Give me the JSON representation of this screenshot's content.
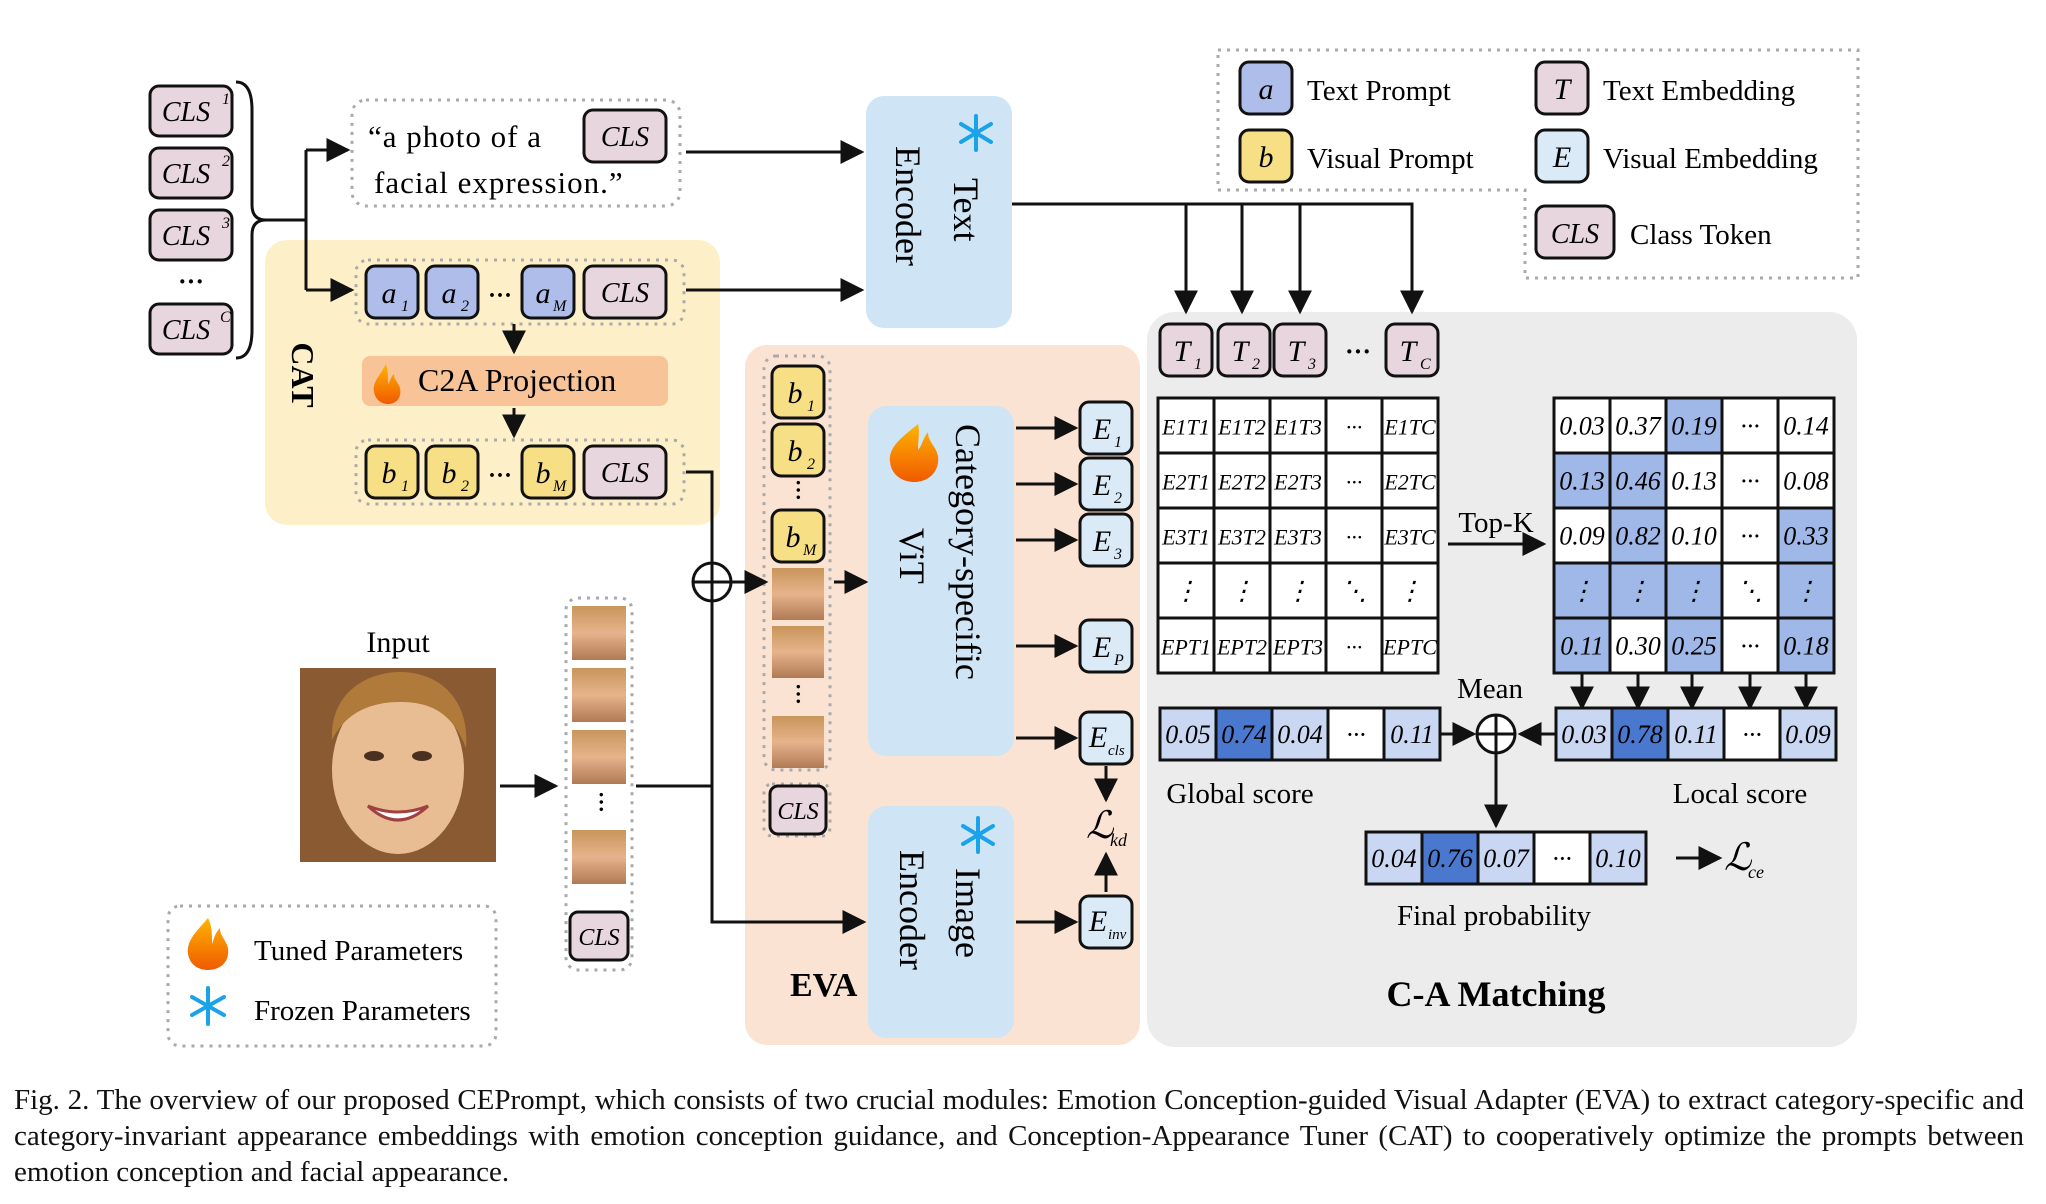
{
  "legend": {
    "text_prompt": {
      "sym": "a",
      "label": "Text Prompt"
    },
    "visual_prompt": {
      "sym": "b",
      "label": "Visual Prompt"
    },
    "text_embedding": {
      "sym": "T",
      "label": "Text Embedding"
    },
    "visual_embedding": {
      "sym": "E",
      "label": "Visual Embedding"
    },
    "class_token": {
      "sym": "CLS",
      "label": "Class Token"
    },
    "tuned": "Tuned  Parameters",
    "frozen": "Frozen Parameters"
  },
  "cls_list": [
    "CLS",
    "CLS",
    "CLS",
    "···",
    "CLS"
  ],
  "cls_sup": [
    "1",
    "2",
    "3",
    "C"
  ],
  "prompt_text": {
    "line1": "“a photo of a",
    "line2": "facial expression.”",
    "cls": "CLS"
  },
  "cat": {
    "label": "CAT",
    "a_tokens": [
      "a",
      "a",
      "a"
    ],
    "a_subs": [
      "1",
      "2",
      "M"
    ],
    "b_tokens": [
      "b",
      "b",
      "b"
    ],
    "b_subs": [
      "1",
      "2",
      "M"
    ],
    "dots": "···",
    "cls": "CLS",
    "projection": "C2A Projection"
  },
  "text_encoder": {
    "line1": "Text",
    "line2": "Encoder"
  },
  "image_encoder": {
    "line1": "Image",
    "line2": "Encoder"
  },
  "vit": {
    "line1": "Category-specific",
    "line2": "ViT"
  },
  "eva_label": "EVA",
  "input_label": "Input",
  "patch_cls": "CLS",
  "e_tokens": [
    {
      "sym": "E",
      "sub": "1"
    },
    {
      "sym": "E",
      "sub": "2"
    },
    {
      "sym": "E",
      "sub": "3"
    },
    {
      "sym": "E",
      "sub": "P"
    },
    {
      "sym": "E",
      "sub": "cls"
    },
    {
      "sym": "E",
      "sub": "inv"
    }
  ],
  "loss_kd": {
    "sym": "ℒ",
    "sub": "kd"
  },
  "loss_ce": {
    "sym": "ℒ",
    "sub": "ce"
  },
  "t_tokens": [
    {
      "sym": "T",
      "sub": "1"
    },
    {
      "sym": "T",
      "sub": "2"
    },
    {
      "sym": "T",
      "sub": "3"
    },
    {
      "sym": "T",
      "sub": "C"
    }
  ],
  "matrix_left": [
    [
      "E1T1",
      "E1T2",
      "E1T3",
      "···",
      "E1TC"
    ],
    [
      "E2T1",
      "E2T2",
      "E2T3",
      "···",
      "E2TC"
    ],
    [
      "E3T1",
      "E3T2",
      "E3T3",
      "···",
      "E3TC"
    ],
    [
      "⋮",
      "⋮",
      "⋮",
      "⋱",
      "⋮"
    ],
    [
      "EPT1",
      "EPT2",
      "EPT3",
      "···",
      "EPTC"
    ]
  ],
  "matrix_right": [
    [
      "0.03",
      "0.37",
      "0.19",
      "···",
      "0.14"
    ],
    [
      "0.13",
      "0.46",
      "0.13",
      "···",
      "0.08"
    ],
    [
      "0.09",
      "0.82",
      "0.10",
      "···",
      "0.33"
    ],
    [
      "⋮",
      "⋮",
      "⋮",
      "⋱",
      "⋮"
    ],
    [
      "0.11",
      "0.30",
      "0.25",
      "···",
      "0.18"
    ]
  ],
  "top_k": "Top-K",
  "mean": "Mean",
  "global_score": {
    "label": "Global score",
    "values": [
      "0.05",
      "0.74",
      "0.04",
      "···",
      "0.11"
    ]
  },
  "local_score": {
    "label": "Local score",
    "values": [
      "0.03",
      "0.78",
      "0.11",
      "···",
      "0.09"
    ]
  },
  "final_probability": {
    "label": "Final probability",
    "values": [
      "0.04",
      "0.76",
      "0.07",
      "···",
      "0.10"
    ]
  },
  "ca_label": "C-A Matching",
  "caption": "Fig. 2.  The overview of our proposed CEPrompt, which consists of two crucial modules: Emotion Conception-guided Visual Adapter (EVA) to extract category-specific and category-invariant appearance embeddings with emotion conception guidance, and Conception-Appearance Tuner (CAT) to cooperatively optimize the prompts between emotion conception and facial appearance.",
  "colors": {
    "cat_bg": "#fdf0c9",
    "eva_bg": "#fbe3d4",
    "ca_bg": "#ececec",
    "encoder": "#cfe4f5",
    "token_cls": "#e8d6de",
    "token_a": "#aebde9",
    "token_b": "#f7df86",
    "token_e": "#dbeaf7",
    "c2a": "#f8c497",
    "dark_blue": "#4a78cf",
    "mid_blue": "#9fb8e8",
    "light_blue": "#c9d7f3"
  }
}
